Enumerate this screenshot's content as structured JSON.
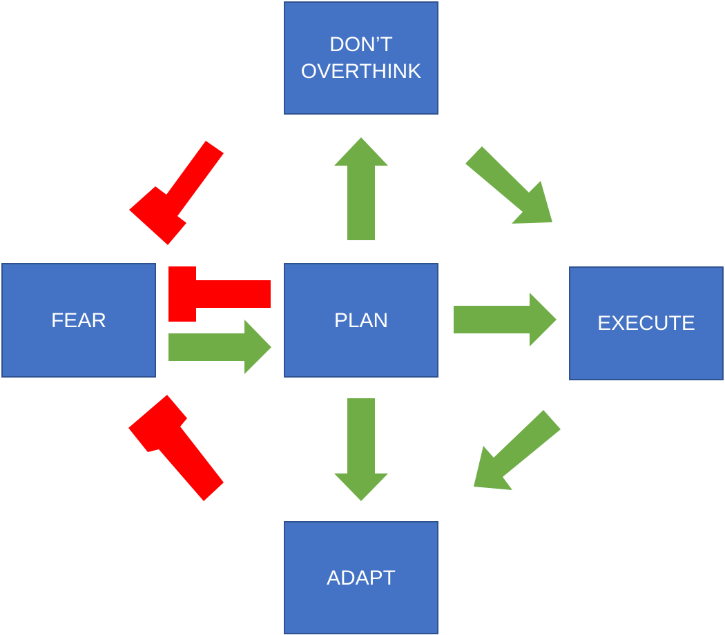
{
  "nodes": {
    "dont_overthink": {
      "line1": "DON’T",
      "line2": "OVERTHINK"
    },
    "fear": "FEAR",
    "plan": "PLAN",
    "execute": "EXECUTE",
    "adapt": "ADAPT"
  },
  "colors": {
    "box_fill": "#4472C4",
    "box_border": "#2F528F",
    "box_text": "#FFFFFF",
    "positive_arrow": "#70AD47",
    "blocker": "#FF0000"
  },
  "connections": [
    {
      "from": "PLAN",
      "to": "DON’T OVERTHINK",
      "kind": "arrow",
      "icon": "green-arrow"
    },
    {
      "from": "PLAN",
      "to": "EXECUTE",
      "kind": "arrow",
      "icon": "green-arrow"
    },
    {
      "from": "PLAN",
      "to": "ADAPT",
      "kind": "arrow",
      "icon": "green-arrow"
    },
    {
      "from": "FEAR",
      "to": "PLAN",
      "kind": "arrow",
      "icon": "green-arrow"
    },
    {
      "from": "DON’T OVERTHINK",
      "to": "EXECUTE",
      "kind": "arrow",
      "icon": "green-arrow"
    },
    {
      "from": "EXECUTE",
      "to": "ADAPT",
      "kind": "arrow",
      "icon": "green-arrow"
    },
    {
      "from": "PLAN",
      "to": "FEAR",
      "kind": "blocker",
      "icon": "red-t-blocker"
    },
    {
      "from": "DON’T OVERTHINK",
      "to": "FEAR",
      "kind": "blocker",
      "icon": "red-t-blocker"
    },
    {
      "from": "ADAPT",
      "to": "FEAR",
      "kind": "blocker",
      "icon": "red-t-blocker"
    }
  ]
}
